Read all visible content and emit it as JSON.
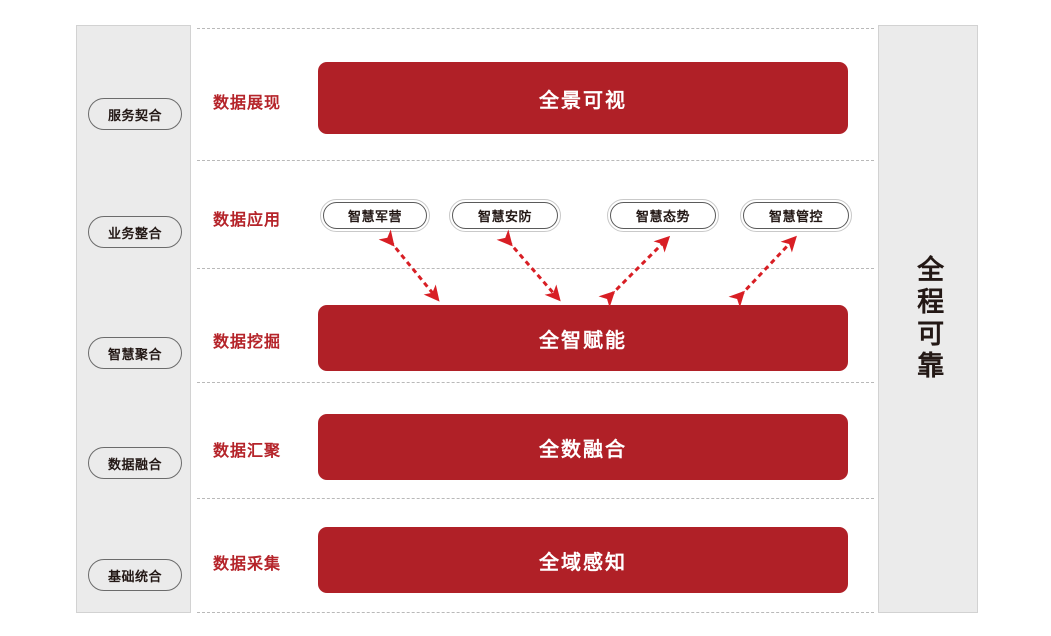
{
  "diagram": {
    "title_vertical": "全程可靠",
    "accent_red": "#b02027",
    "label_red": "#b5242a",
    "panel_gray": "#ebebeb",
    "left_column": {
      "name": "integration-stages",
      "items": [
        {
          "label": "服务契合"
        },
        {
          "label": "业务整合"
        },
        {
          "label": "智慧聚合"
        },
        {
          "label": "数据融合"
        },
        {
          "label": "基础统合"
        }
      ]
    },
    "rows": [
      {
        "label": "数据展现",
        "bar": "全景可视"
      },
      {
        "label": "数据应用",
        "bar": null
      },
      {
        "label": "数据挖掘",
        "bar": "全智赋能"
      },
      {
        "label": "数据汇聚",
        "bar": "全数融合"
      },
      {
        "label": "数据采集",
        "bar": "全域感知"
      }
    ],
    "applications": [
      {
        "label": "智慧军营"
      },
      {
        "label": "智慧安防"
      },
      {
        "label": "智慧态势"
      },
      {
        "label": "智慧管控"
      }
    ],
    "right_column": {
      "label": "全程可靠"
    },
    "connectors": [
      {
        "name": "arrow-zhihui-junying",
        "direction": "down-right"
      },
      {
        "name": "arrow-zhihui-anfang",
        "direction": "down-right"
      },
      {
        "name": "arrow-zhihui-taishi",
        "direction": "up-right"
      },
      {
        "name": "arrow-zhihui-guankong",
        "direction": "up-right"
      }
    ]
  }
}
